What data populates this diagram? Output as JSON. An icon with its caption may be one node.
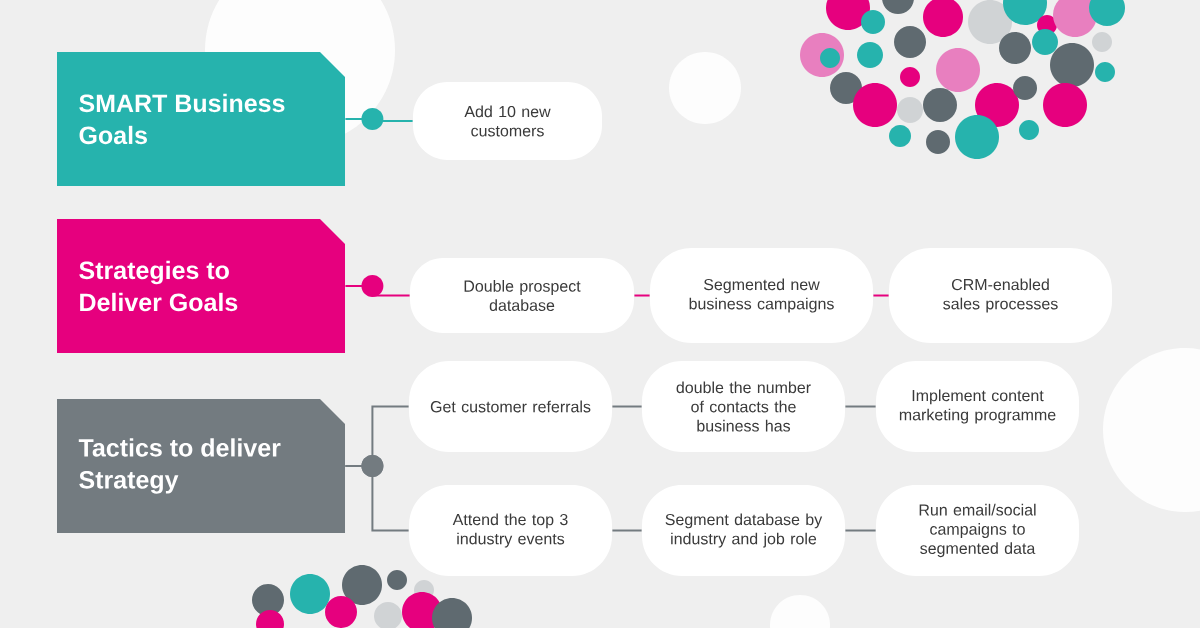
{
  "diagram": {
    "nodes": [
      {
        "text": [
          "SMART Business Goals"
        ]
      },
      {
        "text": [
          "Add 10 new customers"
        ]
      },
      {
        "text": [
          "Strategies to Deliver Goals"
        ]
      },
      {
        "text": [
          "Double prospect database"
        ]
      },
      {
        "text": [
          "Segmented new business campaigns"
        ]
      },
      {
        "text": [
          "CRM-enabled sales processes"
        ]
      },
      {
        "text": [
          "Tactics to deliver Strategy"
        ]
      },
      {
        "text": [
          "Get customer referrals"
        ]
      },
      {
        "text": [
          "double the number of contacts the business has"
        ]
      },
      {
        "text": [
          "Implement content marketing programme"
        ]
      },
      {
        "text": [
          "Attend the top 3 industry events"
        ]
      },
      {
        "text": [
          "Segment database by industry and job role"
        ]
      },
      {
        "text": [
          "Run email/social campaigns to segmented data"
        ]
      }
    ],
    "edges": [
      {
        "from": 0,
        "to": 1,
        "arrow": "none",
        "color": "#26b3ad"
      },
      {
        "from": 2,
        "to": 3,
        "arrow": "none",
        "color": "#e6007e"
      },
      {
        "from": 3,
        "to": 4,
        "arrow": "none",
        "color": "#e6007e"
      },
      {
        "from": 4,
        "to": 5,
        "arrow": "none",
        "color": "#e6007e"
      },
      {
        "from": 6,
        "to": 7,
        "arrow": "none"
      },
      {
        "from": 6,
        "to": 10,
        "arrow": "none"
      },
      {
        "from": 7,
        "to": 8,
        "arrow": "none"
      },
      {
        "from": 8,
        "to": 9,
        "arrow": "none"
      },
      {
        "from": 10,
        "to": 11,
        "arrow": "none"
      },
      {
        "from": 11,
        "to": 12,
        "arrow": "none"
      }
    ]
  }
}
